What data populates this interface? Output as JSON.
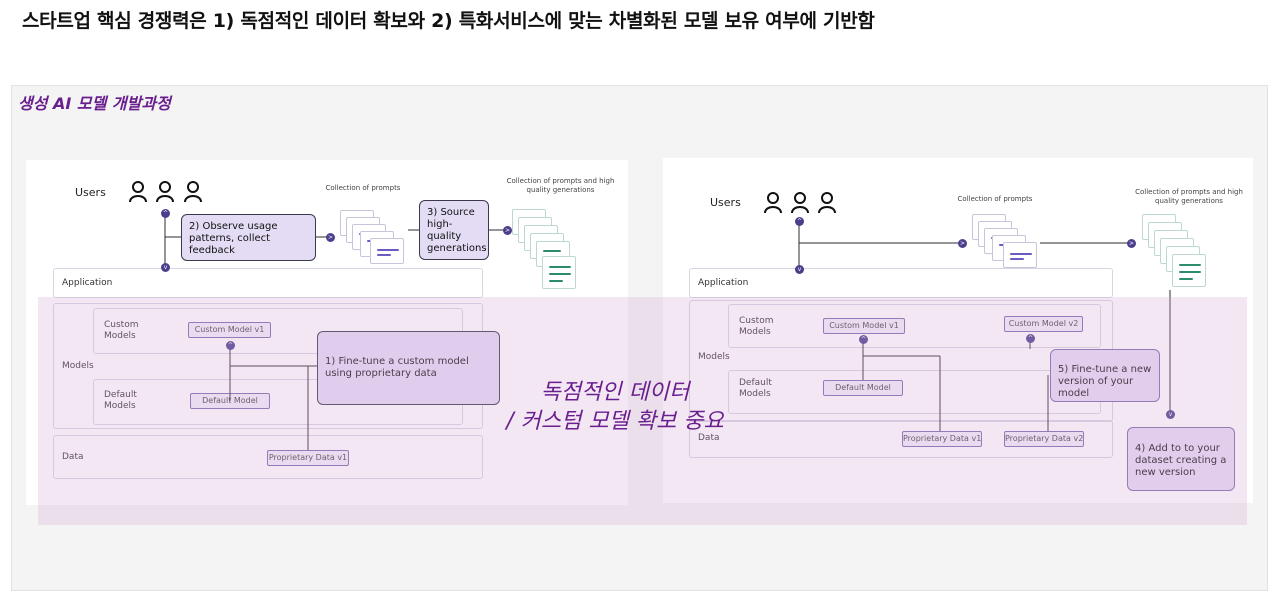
{
  "headline": "스타트업 핵심 경쟁력은 1) 독점적인 데이터 확보와 2) 특화서비스에 맞는 차별화된 모델 보유 여부에 기반함",
  "frame_title": "생성 AI 모델 개발과정",
  "overlay_note": {
    "line1": "독점적인 데이터",
    "line2": "/ 커스텀 모델 확보 중요"
  },
  "left_diagram": {
    "users_label": "Users",
    "collection_prompts": "Collection of prompts",
    "collection_generations": "Collection of prompts and high quality generations",
    "step2": "2) Observe usage patterns, collect feedback",
    "step3": "3) Source high-quality generations",
    "application": "Application",
    "models": "Models",
    "custom_models": "Custom Models",
    "custom_model_v1": "Custom Model v1",
    "default_models": "Default Models",
    "default_model": "Default Model",
    "step1": "1) Fine-tune a custom model using proprietary data",
    "data": "Data",
    "proprietary_data_v1": "Proprietary Data v1"
  },
  "right_diagram": {
    "users_label": "Users",
    "collection_prompts": "Collection of prompts",
    "collection_generations": "Collection of prompts and high quality generations",
    "application": "Application",
    "models": "Models",
    "custom_models": "Custom Models",
    "custom_model_v1": "Custom Model v1",
    "custom_model_v2": "Custom Model v2",
    "default_models": "Default Models",
    "default_model": "Default Model",
    "step5": "5) Fine-tune a new version of your model",
    "data": "Data",
    "proprietary_data_v1": "Proprietary Data v1",
    "proprietary_data_v2": "Proprietary Data v2",
    "step4": "4) Add to to your dataset creating a new version"
  },
  "colors": {
    "accent_purple": "#6a1f8f",
    "node": "#4a3f8c",
    "callout_fill": "#e4dcf5",
    "overlay_pink": "#d6aad6",
    "doc_purple": "#6b5cc4",
    "doc_green": "#2e8c6e"
  },
  "icons": [
    "user-icon",
    "document-icon",
    "arrow-node-icon"
  ]
}
